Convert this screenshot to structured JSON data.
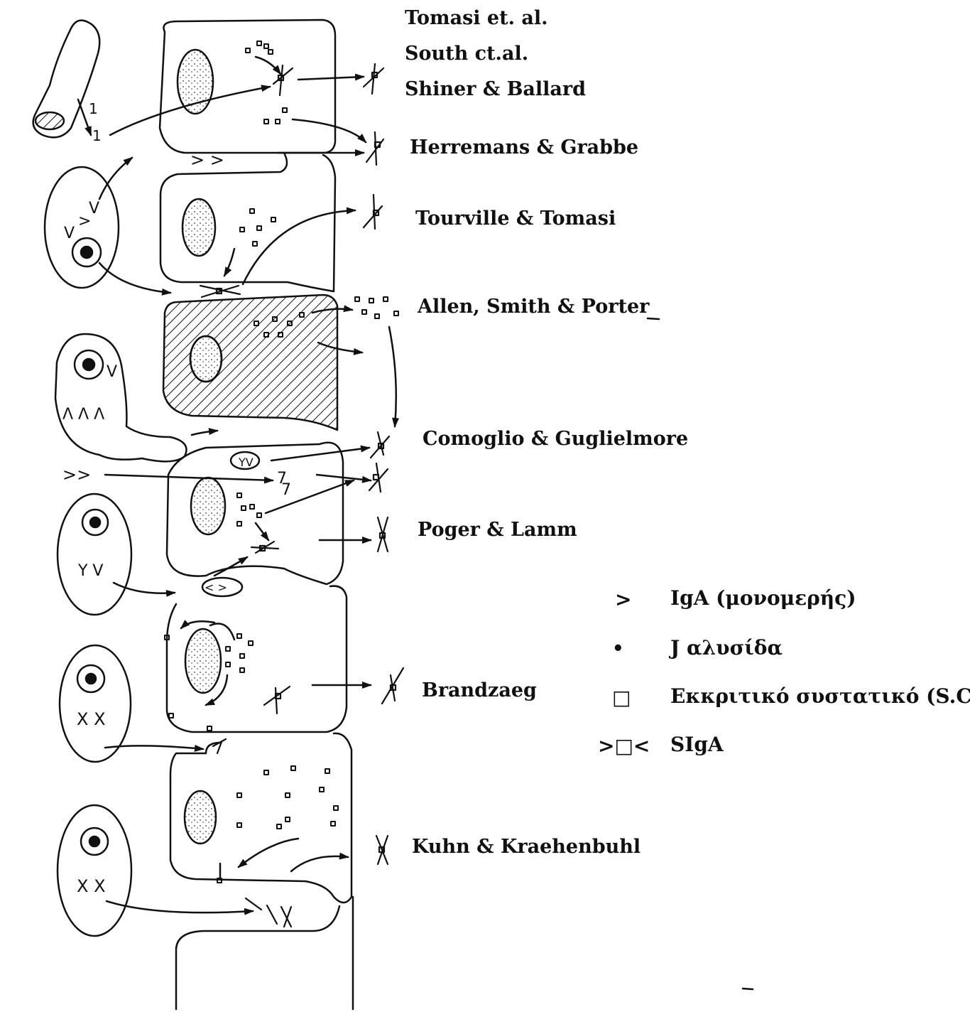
{
  "authors": [
    "Tomasi et. al.",
    "South ct.al.",
    "Shiner  & Ballard",
    "Herremans & Grabbe",
    "Tourville & Tomasi",
    "Allen, Smith & Porter",
    "Comoglio & Guglielmore",
    "Poger & Lamm",
    "Brandzaeg",
    "Kuhn & Kraehenbuhl"
  ],
  "legend": [
    {
      "symbol": ">",
      "text": "IgA (μονομερής)",
      "icon": "monomer-chevron-icon"
    },
    {
      "symbol": "•",
      "text": "J αλυσίδα",
      "icon": "dot-icon"
    },
    {
      "symbol": "□",
      "text": "Εκκριτικό συστατικό (S.C.)",
      "icon": "square-icon"
    },
    {
      "symbol": ">□<",
      "text": "SIgA",
      "icon": "siga-icon"
    }
  ],
  "colors": {
    "ink": "#111111",
    "background": "#ffffff"
  }
}
